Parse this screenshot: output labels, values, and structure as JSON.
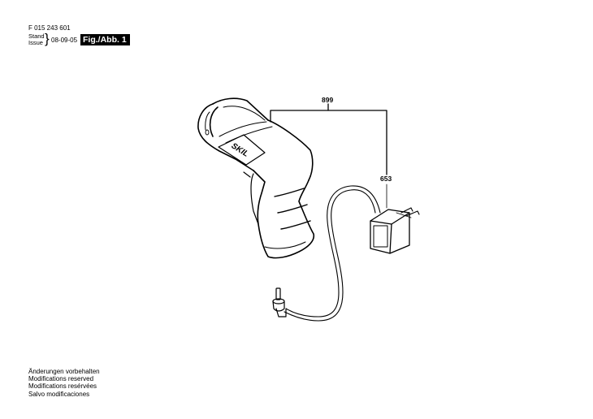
{
  "header": {
    "part_number": "F 015 243 601",
    "stand_label": "Stand",
    "issue_label": "Issue",
    "issue_date": "08-09-05",
    "figure_badge": "Fig./Abb. 1"
  },
  "diagram": {
    "brand_text": "SKIL",
    "callouts": [
      {
        "id": "899",
        "label": "899",
        "refers_to": "cordless screwdriver kit"
      },
      {
        "id": "653",
        "label": "653",
        "refers_to": "charger"
      }
    ],
    "line_color": "#000000",
    "background": "#ffffff"
  },
  "footer": {
    "lines": [
      "Änderungen vorbehalten",
      "Modifications reserved",
      "Modifications resérvées",
      "Salvo modificaciones"
    ]
  }
}
